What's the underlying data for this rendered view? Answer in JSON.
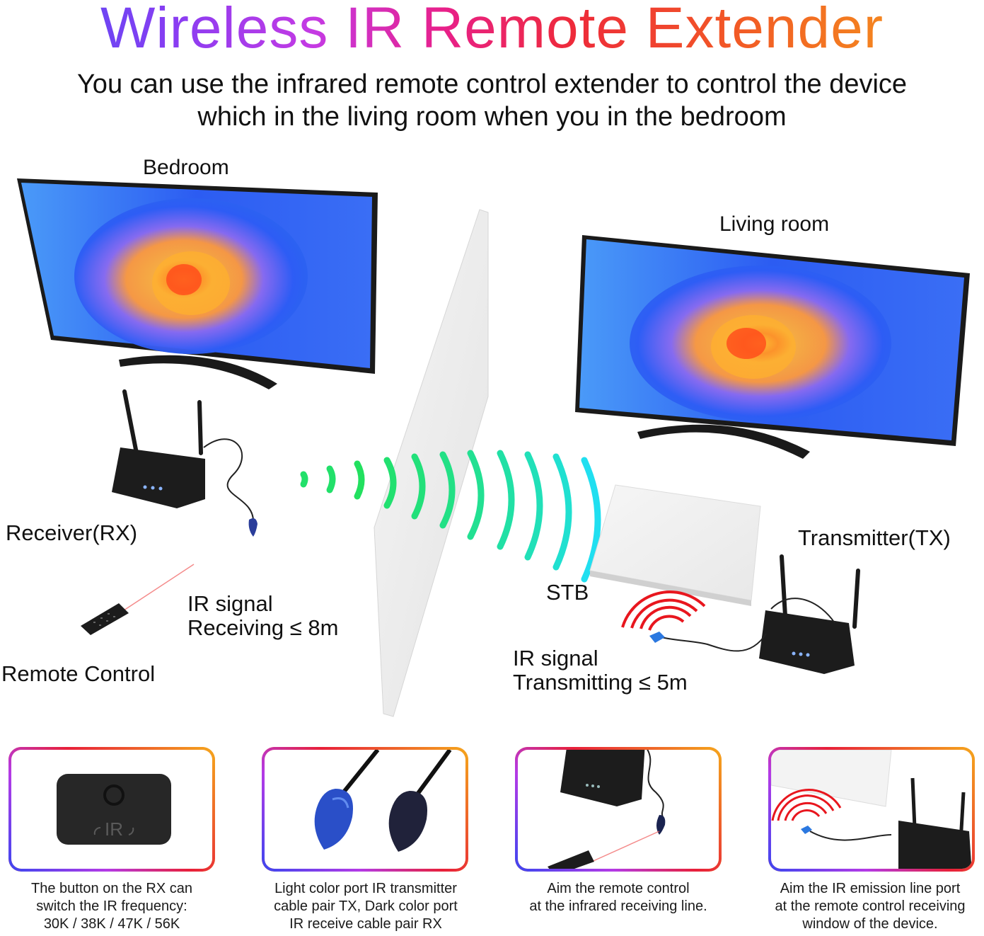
{
  "header": {
    "title": "Wireless IR Remote Extender",
    "subtitle_line1": "You can use the infrared remote control extender to control the device",
    "subtitle_line2": "which in the living room when you in the bedroom"
  },
  "colors": {
    "title_gradient": [
      "#4a4ef5",
      "#c53ae3",
      "#ee2a3a",
      "#f5a21b"
    ],
    "rf_wave_start": "#22e06a",
    "rf_wave_end": "#20dff0",
    "ir_wave": "#e8161e",
    "device_body": "#1c1c1c"
  },
  "diagram": {
    "bedroom_label": "Bedroom",
    "living_room_label": "Living room",
    "receiver_label": "Receiver(RX)",
    "transmitter_label": "Transmitter(TX)",
    "remote_label": "Remote Control",
    "stb_label": "STB",
    "ir_receiving_line1": "IR signal",
    "ir_receiving_line2": "Receiving ≤ 8m",
    "ir_transmitting_line1": "IR signal",
    "ir_transmitting_line2": "Transmitting ≤ 5m",
    "icons": [
      "tv-icon",
      "router-icon",
      "remote-icon",
      "stb-icon",
      "wall-icon",
      "rf-wave-icon",
      "ir-wave-icon",
      "ir-probe-icon"
    ]
  },
  "features": [
    {
      "icon": "ir-button-icon",
      "button_text": "IR",
      "caption_lines": [
        "The button on the RX can",
        "switch the IR frequency:",
        "30K / 38K / 47K / 56K"
      ]
    },
    {
      "icon": "ir-probes-icon",
      "caption_lines": [
        "Light color port IR transmitter",
        "cable pair TX, Dark color port",
        "IR receive cable pair RX"
      ]
    },
    {
      "icon": "remote-aim-icon",
      "caption_lines": [
        "Aim the remote control",
        "at the infrared receiving line."
      ]
    },
    {
      "icon": "ir-emitter-aim-icon",
      "caption_lines": [
        "Aim the IR emission line port",
        "at the remote control receiving",
        "window of the device."
      ]
    }
  ]
}
